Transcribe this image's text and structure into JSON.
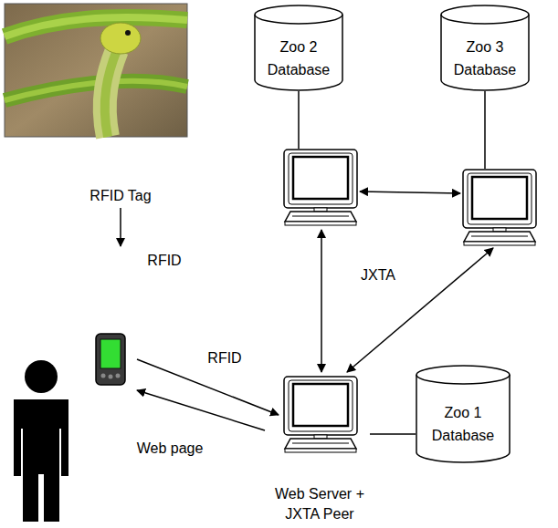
{
  "diagram": {
    "nodes": [
      {
        "text": [
          "Zoo 2 Database"
        ]
      },
      {
        "text": [
          "Zoo 3 Database"
        ]
      },
      {
        "text": [
          "Web Server + JXTA Peer"
        ]
      },
      {
        "text": [
          "Zoo 1 Database"
        ]
      }
    ],
    "edges": [
      {
        "from": 2,
        "to": 3,
        "arrow": "none"
      }
    ],
    "labels": [
      "RFID Tag",
      "RFID",
      "JXTA",
      "RFID",
      "Web page"
    ]
  }
}
